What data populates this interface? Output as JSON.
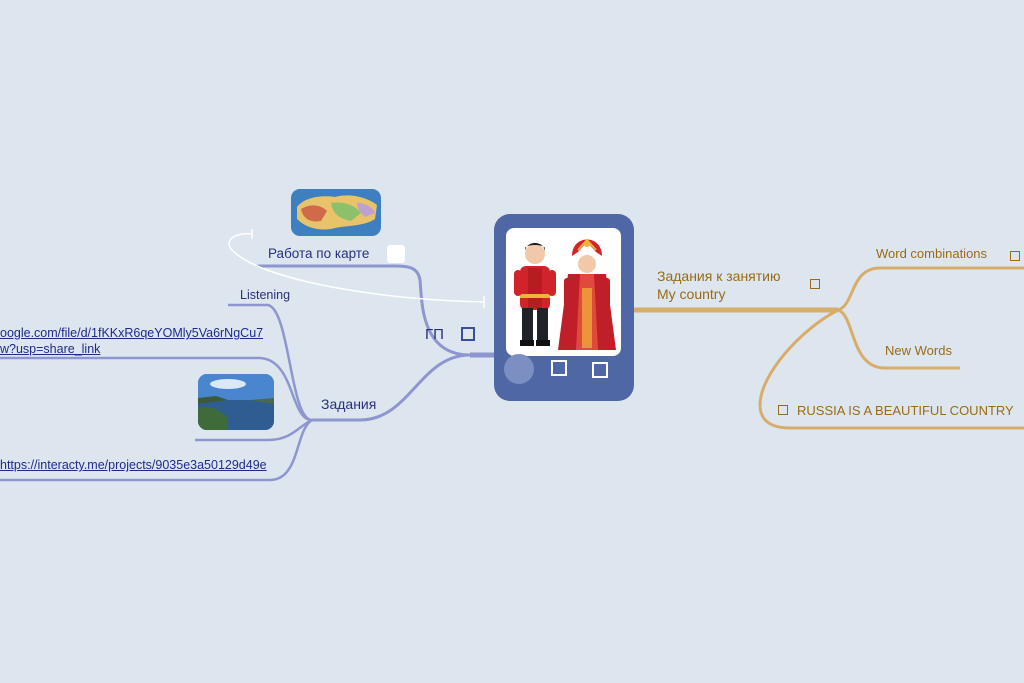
{
  "center": {
    "title": "ГП"
  },
  "left_branches": {
    "map_task": "Работа по карте",
    "tasks": "Задания",
    "listening": "Listening",
    "drive_link_line1": "oogle.com/file/d/1fKKxR6qeYOMly5Va6rNgCu7",
    "drive_link_line2": "w?usp=share_link",
    "interacty_link": "https://interacty.me/projects/9035e3a50129d49e"
  },
  "right_branches": {
    "lesson_tasks_line1": "Задания к занятию",
    "lesson_tasks_line2": "My country",
    "word_combinations": "Word combinations",
    "new_words": "New Words",
    "russia_beautiful": "RUSSIA IS A BEAUTIFUL COUNTRY"
  },
  "icons": {
    "center_image": "folk-costume-couple-image",
    "map_image": "russia-map-thumbnail",
    "lake_image": "lake-landscape-thumbnail"
  },
  "colors": {
    "background": "#dde6ee",
    "left_branch": "#8e96d0",
    "right_branch": "#d8ad6a",
    "center_card": "#4f67a5",
    "left_text": "#28307a",
    "right_text": "#9a6a14"
  }
}
